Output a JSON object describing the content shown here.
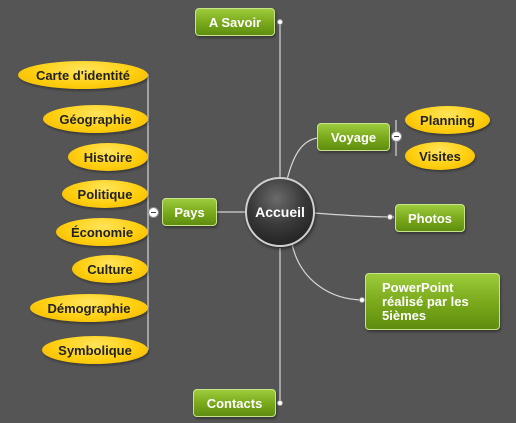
{
  "center": {
    "label": "Accueil"
  },
  "branches": {
    "a_savoir": "A Savoir",
    "voyage": "Voyage",
    "photos": "Photos",
    "powerpoint": "PowerPoint\nréalisé par les\n5ièmes",
    "contacts": "Contacts",
    "pays": "Pays"
  },
  "voyage_children": [
    "Planning",
    "Visites"
  ],
  "pays_children": [
    "Carte d'identité",
    "Géographie",
    "Histoire",
    "Politique",
    "Économie",
    "Culture",
    "Démographie",
    "Symbolique"
  ],
  "colors": {
    "background": "#555555",
    "topic_green": "#78a81a",
    "subtopic_yellow": "#ffcf10",
    "center_dark": "#2a2a2a",
    "connector": "#d0d0d0"
  }
}
